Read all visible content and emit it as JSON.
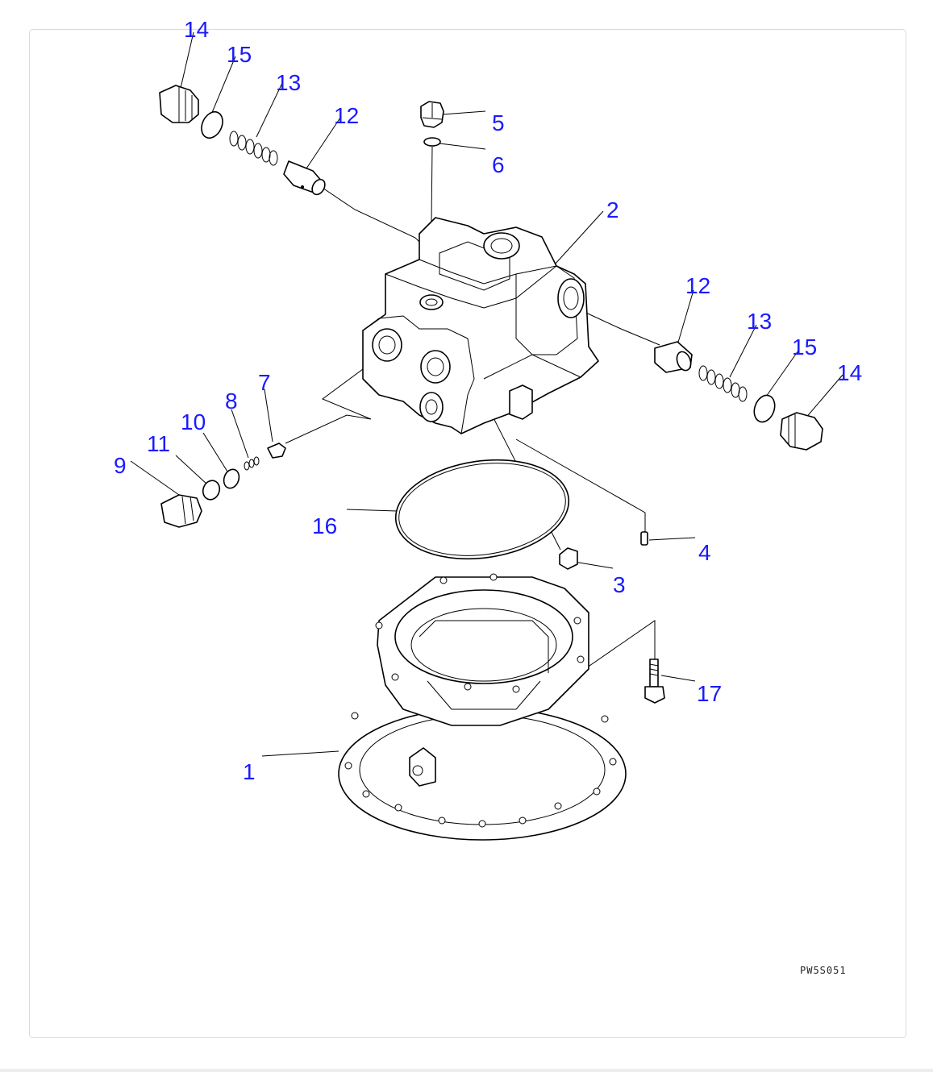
{
  "callouts": [
    {
      "id": "14a",
      "text": "14"
    },
    {
      "id": "15a",
      "text": "15"
    },
    {
      "id": "13a",
      "text": "13"
    },
    {
      "id": "12a",
      "text": "12"
    },
    {
      "id": "5",
      "text": "5"
    },
    {
      "id": "6",
      "text": "6"
    },
    {
      "id": "2",
      "text": "2"
    },
    {
      "id": "12b",
      "text": "12"
    },
    {
      "id": "13b",
      "text": "13"
    },
    {
      "id": "15b",
      "text": "15"
    },
    {
      "id": "14b",
      "text": "14"
    },
    {
      "id": "7",
      "text": "7"
    },
    {
      "id": "8",
      "text": "8"
    },
    {
      "id": "10",
      "text": "10"
    },
    {
      "id": "11",
      "text": "11"
    },
    {
      "id": "9",
      "text": "9"
    },
    {
      "id": "16",
      "text": "16"
    },
    {
      "id": "4",
      "text": "4"
    },
    {
      "id": "3",
      "text": "3"
    },
    {
      "id": "17",
      "text": "17"
    },
    {
      "id": "1",
      "text": "1"
    }
  ],
  "drawing_code": "PW5S051",
  "colors": {
    "callout": "#1a1aff",
    "line": "#000000",
    "frame_border": "#d9d9d9"
  }
}
